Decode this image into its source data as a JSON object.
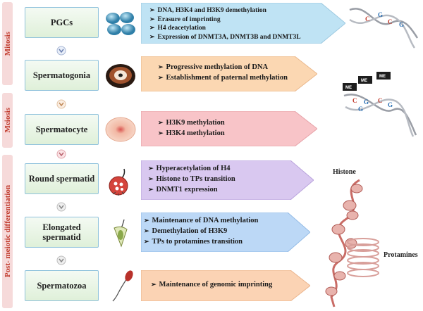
{
  "stages": [
    {
      "id": "mitosis",
      "label": "Mitosis"
    },
    {
      "id": "meiosis",
      "label": "Meiosis"
    },
    {
      "id": "post-meiotic",
      "label": "Post- meiotic differentiation"
    }
  ],
  "cells": [
    {
      "id": "pgcs",
      "name": "PGCs",
      "events": [
        "DNA, H3K4 and H3K9 demethylation",
        "Erasure of imprinting",
        "H4 deacetylation",
        "Expression of DNMT3A, DNMT3B and DNMT3L"
      ],
      "banner_color": "#bfe3f4"
    },
    {
      "id": "spermatogonia",
      "name": "Spermatogonia",
      "events": [
        "Progressive methylation of DNA",
        "Establishment of paternal methylation"
      ],
      "banner_color": "#fbd7b2"
    },
    {
      "id": "spermatocyte",
      "name": "Spermatocyte",
      "events": [
        "H3K9 methylation",
        "H3K4 methylation"
      ],
      "banner_color": "#f8c4c8"
    },
    {
      "id": "round-spermatid",
      "name": "Round spermatid",
      "events": [
        "Hyperacetylation of H4",
        "Histone to TPs transition",
        "DNMT1 expression"
      ],
      "banner_color": "#d9c8f0"
    },
    {
      "id": "elongated-spermatid",
      "name": "Elongated spermatid",
      "events": [
        "Maintenance of DNA methylation",
        "Demethylation of H3K9",
        "TPs to protamines transition"
      ],
      "banner_color": "#bcd8f6"
    },
    {
      "id": "spermatozoa",
      "name": "Spermatozoa",
      "events": [
        "Maintenance of genomic imprinting"
      ],
      "banner_color": "#fbd3b4"
    }
  ],
  "methyl_tag": "ME",
  "labels": {
    "histone": "Histone",
    "protamines": "Protamines"
  },
  "colors": {
    "stage_text": "#c0392b",
    "stage_bg": "#f6dada",
    "box_border": "#8fc2dc"
  }
}
